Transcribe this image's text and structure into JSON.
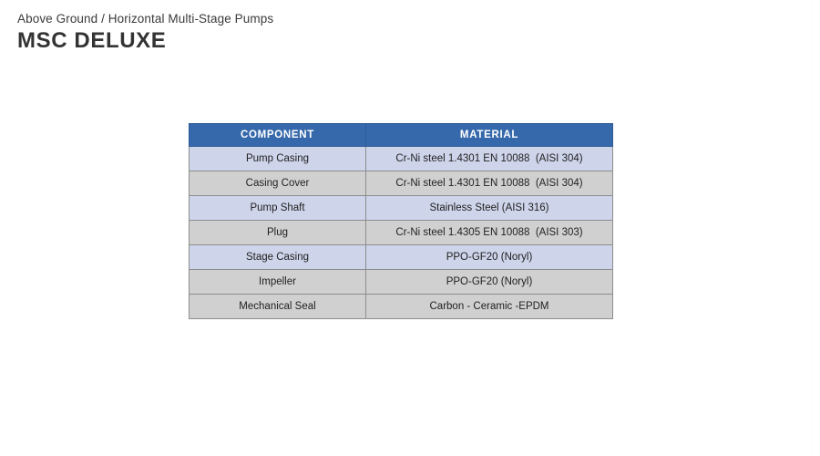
{
  "header": {
    "subtitle": "Above Ground / Horizontal Multi-Stage Pumps",
    "title": "MSC DELUXE"
  },
  "colors": {
    "header_blue": "#3669ab",
    "row_blue": "#ced4ea",
    "row_gray": "#d0d0d0",
    "border": "#8d8d8d",
    "title_text": "#333333",
    "subtitle_text": "#3a3a3a"
  },
  "table": {
    "columns": [
      "COMPONENT",
      "MATERIAL"
    ],
    "rows": [
      {
        "component": "Pump Casing",
        "material": "Cr-Ni steel 1.4301 EN 10088  (AISI 304)"
      },
      {
        "component": "Casing Cover",
        "material": "Cr-Ni steel 1.4301 EN 10088  (AISI 304)"
      },
      {
        "component": "Pump Shaft",
        "material": "Stainless Steel (AISI 316)"
      },
      {
        "component": "Plug",
        "material": "Cr-Ni steel 1.4305 EN 10088  (AISI 303)"
      },
      {
        "component": "Stage Casing",
        "material": "PPO-GF20 (Noryl)"
      },
      {
        "component": "Impeller",
        "material": "PPO-GF20 (Noryl)"
      },
      {
        "component": "Mechanical Seal",
        "material": "Carbon - Ceramic -EPDM"
      }
    ]
  }
}
